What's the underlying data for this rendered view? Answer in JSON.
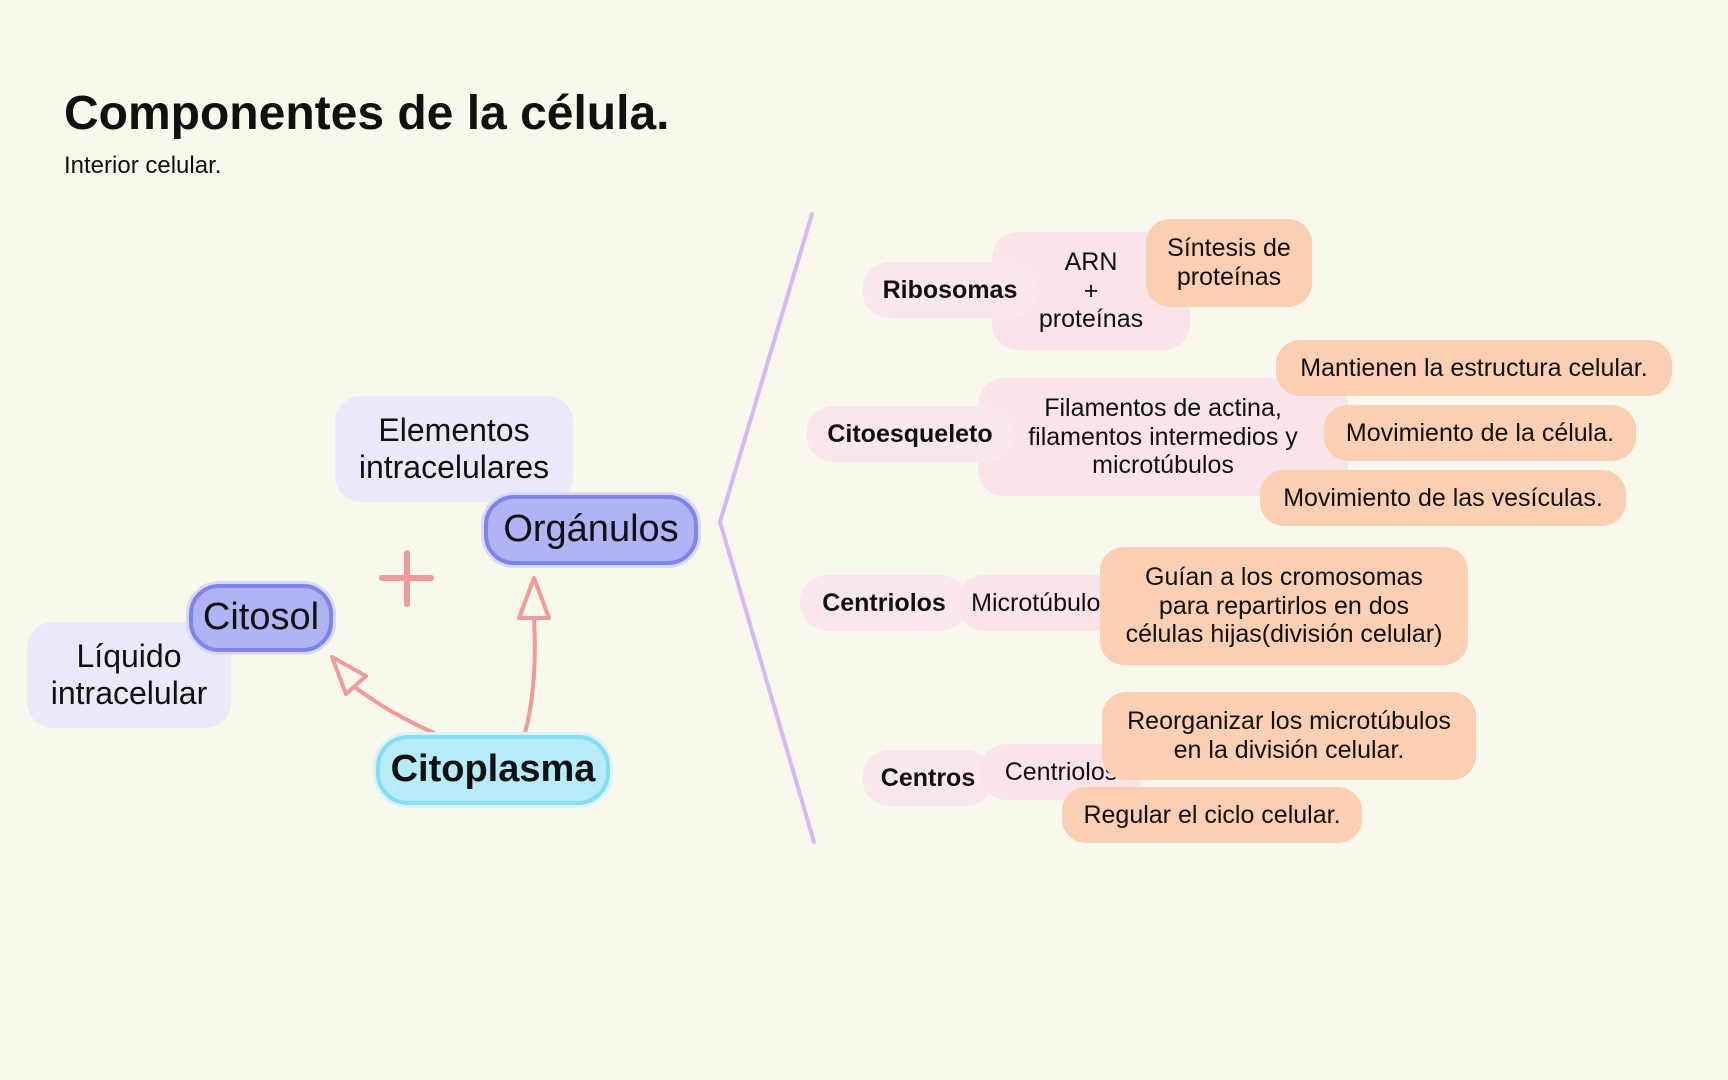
{
  "header": {
    "title": "Componentes de la célula.",
    "subtitle": "Interior celular."
  },
  "left": {
    "elementos": [
      "Elementos",
      "intracelulares"
    ],
    "organulos": "Orgánulos",
    "citosol": "Citosol",
    "liquido": [
      "Líquido",
      "intracelular"
    ],
    "citoplasma": "Citoplasma",
    "plus_icon": "plus-icon",
    "colors": {
      "arrow": "#f09a9c",
      "brace": "#d8b8f4",
      "node_blue": "#b0b4f4",
      "node_cyan": "#b6ecf7"
    }
  },
  "right": {
    "ribosomas": {
      "label": "Ribosomas",
      "composition": [
        "ARN",
        "+",
        "proteínas"
      ],
      "functions": [
        [
          "Síntesis de",
          "proteínas"
        ]
      ]
    },
    "citoesqueleto": {
      "label": "Citoesqueleto",
      "composition": [
        "Filamentos de actina,",
        "filamentos intermedios y",
        "microtúbulos"
      ],
      "functions": [
        "Mantienen la estructura celular.",
        "Movimiento de la célula.",
        "Movimiento de las vesículas."
      ]
    },
    "centriolos": {
      "label": "Centriolos",
      "composition": "Microtúbulos",
      "functions": [
        [
          "Guían a los cromosomas",
          "para repartirlos en dos",
          "células hijas(división celular)"
        ]
      ]
    },
    "centros": {
      "label": "Centros",
      "composition": "Centriolos",
      "functions": [
        [
          "Reorganizar los microtúbulos",
          "en la división celular."
        ],
        "Regular el ciclo celular."
      ]
    }
  }
}
